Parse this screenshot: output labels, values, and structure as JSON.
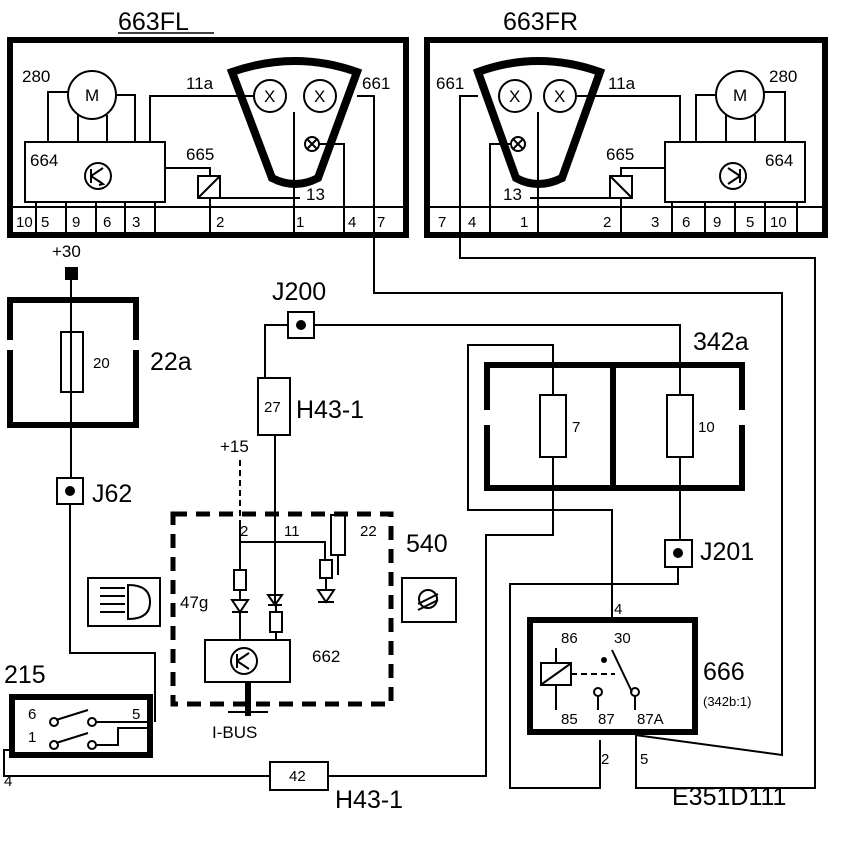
{
  "diagram": {
    "modules": {
      "left_module": "663FL",
      "right_module": "663FR",
      "fuse_box_22a": "22a",
      "relay_box_342a": "342a",
      "light_switch": "540",
      "switch_215": "215",
      "relay_666": "666",
      "relay_666_ref": "(342b:1)",
      "diagram_code": "E351D111"
    },
    "left_module": {
      "label_280": "280",
      "motor": "M",
      "label_664": "664",
      "label_665": "665",
      "label_11a": "11a",
      "label_661": "661",
      "label_13": "13",
      "bulb": "X",
      "pins": [
        "10",
        "5",
        "9",
        "6",
        "3",
        "2",
        "1",
        "4",
        "7"
      ]
    },
    "right_module": {
      "label_280": "280",
      "motor": "M",
      "label_664": "664",
      "label_665": "665",
      "label_11a": "11a",
      "label_661": "661",
      "label_13": "13",
      "bulb": "X",
      "pins": [
        "7",
        "4",
        "1",
        "2",
        "3",
        "6",
        "9",
        "5",
        "10"
      ]
    },
    "connectors": {
      "plus30": "+30",
      "j200": "J200",
      "h43_1_top": "H43-1",
      "h43_1_top_pin": "27",
      "h43_1_bottom": "H43-1",
      "h43_1_bottom_pin": "42",
      "plus15": "+15",
      "j62": "J62",
      "j201": "J201"
    },
    "fuses": {
      "f20": "20",
      "f7": "7",
      "f10": "10"
    },
    "panel": {
      "pin_2": "2",
      "pin_11": "11",
      "pin_22": "22",
      "label_47g": "47g",
      "label_662": "662",
      "ibus": "I-BUS"
    },
    "switch_215": {
      "pin_6": "6",
      "pin_5": "5",
      "pin_1": "1",
      "pin_4": "4"
    },
    "relay_666": {
      "pin_4": "4",
      "pin_86": "86",
      "pin_30": "30",
      "pin_85": "85",
      "pin_87": "87",
      "pin_87a": "87A",
      "pin_2": "2",
      "pin_5": "5"
    }
  }
}
